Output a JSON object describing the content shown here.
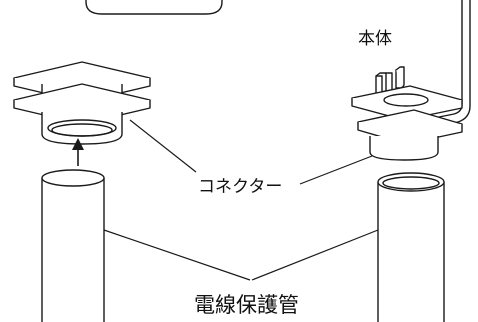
{
  "labels": {
    "main_body": "本体",
    "connector": "コネクター",
    "conduit": "電線保護管"
  },
  "colors": {
    "line": "#1a1a1a",
    "background": "#ffffff"
  }
}
